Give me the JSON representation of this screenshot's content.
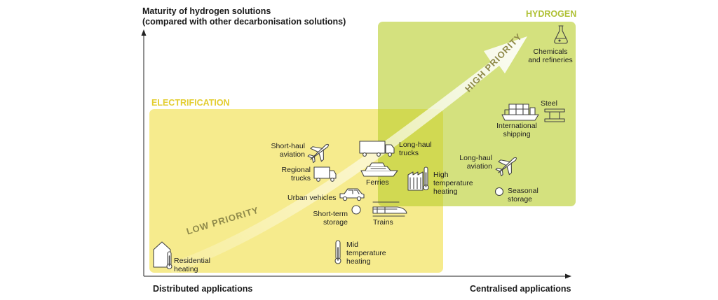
{
  "axis": {
    "y_title_line1": "Maturity of hydrogen solutions",
    "y_title_line2": "(compared with other decarbonisation solutions)",
    "x_left": "Distributed applications",
    "x_right": "Centralised applications"
  },
  "zones": {
    "electrification": "ELECTRIFICATION",
    "hydrogen": "HYDROGEN"
  },
  "priority": {
    "low": "LOW PRIORITY",
    "high": "HIGH PRIORITY"
  },
  "colors": {
    "electrification": "#f5e879",
    "hydrogen": "#c6d758",
    "electrification_title": "#e9d33b",
    "hydrogen_title": "#b6c43a",
    "icon": "#444444"
  },
  "items": {
    "chemicals": [
      "Chemicals",
      "and refineries"
    ],
    "steel": "Steel",
    "shipping": [
      "International",
      "shipping"
    ],
    "longhaul_aviation": [
      "Long-haul",
      "aviation"
    ],
    "seasonal_storage": [
      "Seasonal",
      "storage"
    ],
    "shorthaul_aviation": [
      "Short-haul",
      "aviation"
    ],
    "longhaul_trucks": [
      "Long-haul",
      "trucks"
    ],
    "regional_trucks": [
      "Regional",
      "trucks"
    ],
    "ferries": "Ferries",
    "high_temp": [
      "High",
      "temperature",
      "heating"
    ],
    "urban_vehicles": "Urban vehicles",
    "shortterm_storage": [
      "Short-term",
      "storage"
    ],
    "trains": "Trains",
    "mid_temp": [
      "Mid",
      "temperature",
      "heating"
    ],
    "residential": [
      "Residential",
      "heating"
    ]
  }
}
